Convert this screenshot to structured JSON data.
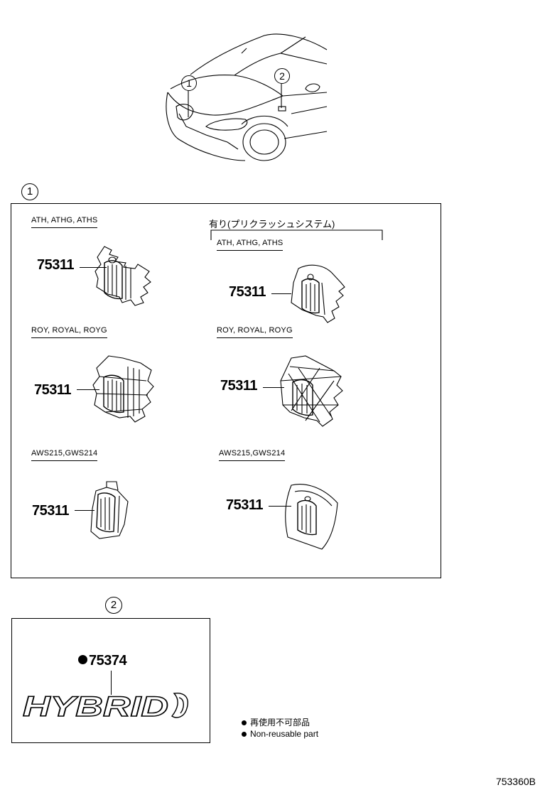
{
  "callouts": {
    "one": "1",
    "two": "2"
  },
  "section1": {
    "callout": "1",
    "option_label": "有り(プリクラッシュシステム)",
    "variants": [
      {
        "label": "ATH, ATHG, ATHS",
        "part_number": "75311"
      },
      {
        "label": "ATH, ATHG, ATHS",
        "part_number": "75311"
      },
      {
        "label": "ROY, ROYAL, ROYG",
        "part_number": "75311"
      },
      {
        "label": "ROY, ROYAL, ROYG",
        "part_number": "75311"
      },
      {
        "label": "AWS215,GWS214",
        "part_number": "75311"
      },
      {
        "label": "AWS215,GWS214",
        "part_number": "75311"
      }
    ]
  },
  "section2": {
    "callout": "2",
    "part_number": "75374",
    "emblem_text": "HYBRID"
  },
  "legend": {
    "jp": "再使用不可部品",
    "en": "Non-reusable part"
  },
  "diagram_id": "753360B"
}
